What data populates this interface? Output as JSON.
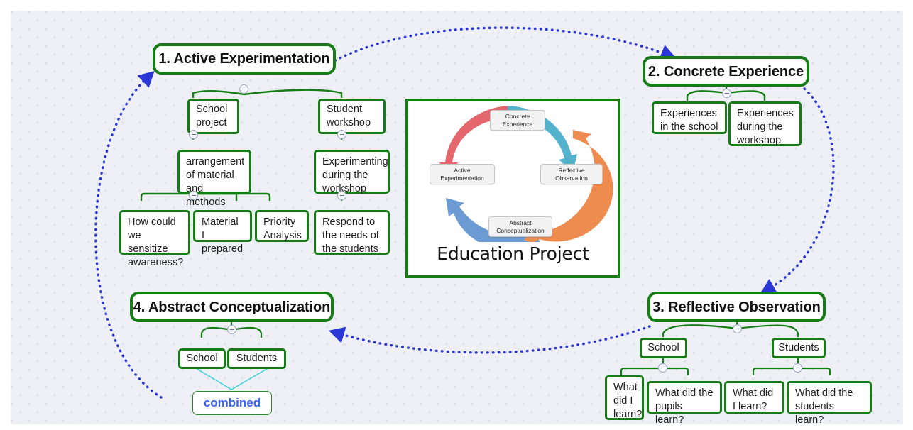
{
  "canvas": {
    "background_color": "#eef0f5",
    "dot_color": "#dfe2ea",
    "node_border_color": "#167c16",
    "connector_color": "#2f8a2f",
    "cycle_arrow_color": "#2a36d6",
    "summary_line_color": "#3fd0e0",
    "summary_text_color": "#3b62f0"
  },
  "center_card": {
    "title": "Education Project",
    "cycle_labels": [
      {
        "name": "concrete-experience",
        "text": "Concrete\nExperience",
        "color": "#54b3cc"
      },
      {
        "name": "reflective-observation",
        "text": "Reflective\nObservation",
        "color": "#ee8b4f"
      },
      {
        "name": "abstract-conceptualization",
        "text": "Abstract\nConceptualization",
        "color": "#6b9bd2"
      },
      {
        "name": "active-experimentation",
        "text": "Active\nExperimentation",
        "color": "#e4676d"
      }
    ]
  },
  "branches": {
    "active_experimentation": {
      "title": "1. Active Experimentation",
      "children": [
        {
          "label": "School\nproject"
        },
        {
          "label": "Student\nworkshop"
        }
      ],
      "grandchildren": [
        {
          "label": "arrangement\nof material\nand methods"
        },
        {
          "label": "Experimenting\nduring the\nworkshop"
        }
      ],
      "leaves": [
        {
          "label": "How could\nwe sensitize\nawareness?"
        },
        {
          "label": "Material I\nprepared"
        },
        {
          "label": "Priority\nAnalysis"
        },
        {
          "label": "Respond to\nthe needs of\nthe students"
        }
      ]
    },
    "concrete_experience": {
      "title": "2. Concrete Experience",
      "children": [
        {
          "label": "Experiences\nin the school"
        },
        {
          "label": "Experiences\nduring the\nworkshop"
        }
      ]
    },
    "reflective_observation": {
      "title": "3. Reflective Observation",
      "children": [
        {
          "label": "School"
        },
        {
          "label": "Students"
        }
      ],
      "leaves": [
        {
          "label": "What\ndid I\nlearn?"
        },
        {
          "label": "What did the\npupils learn?"
        },
        {
          "label": "What did\nI learn?"
        },
        {
          "label": "What did the\nstudents learn?"
        }
      ]
    },
    "abstract_conceptualization": {
      "title": "4. Abstract Conceptualization",
      "children": [
        {
          "label": "School"
        },
        {
          "label": "Students"
        }
      ],
      "summary": {
        "label": "combined"
      }
    }
  }
}
